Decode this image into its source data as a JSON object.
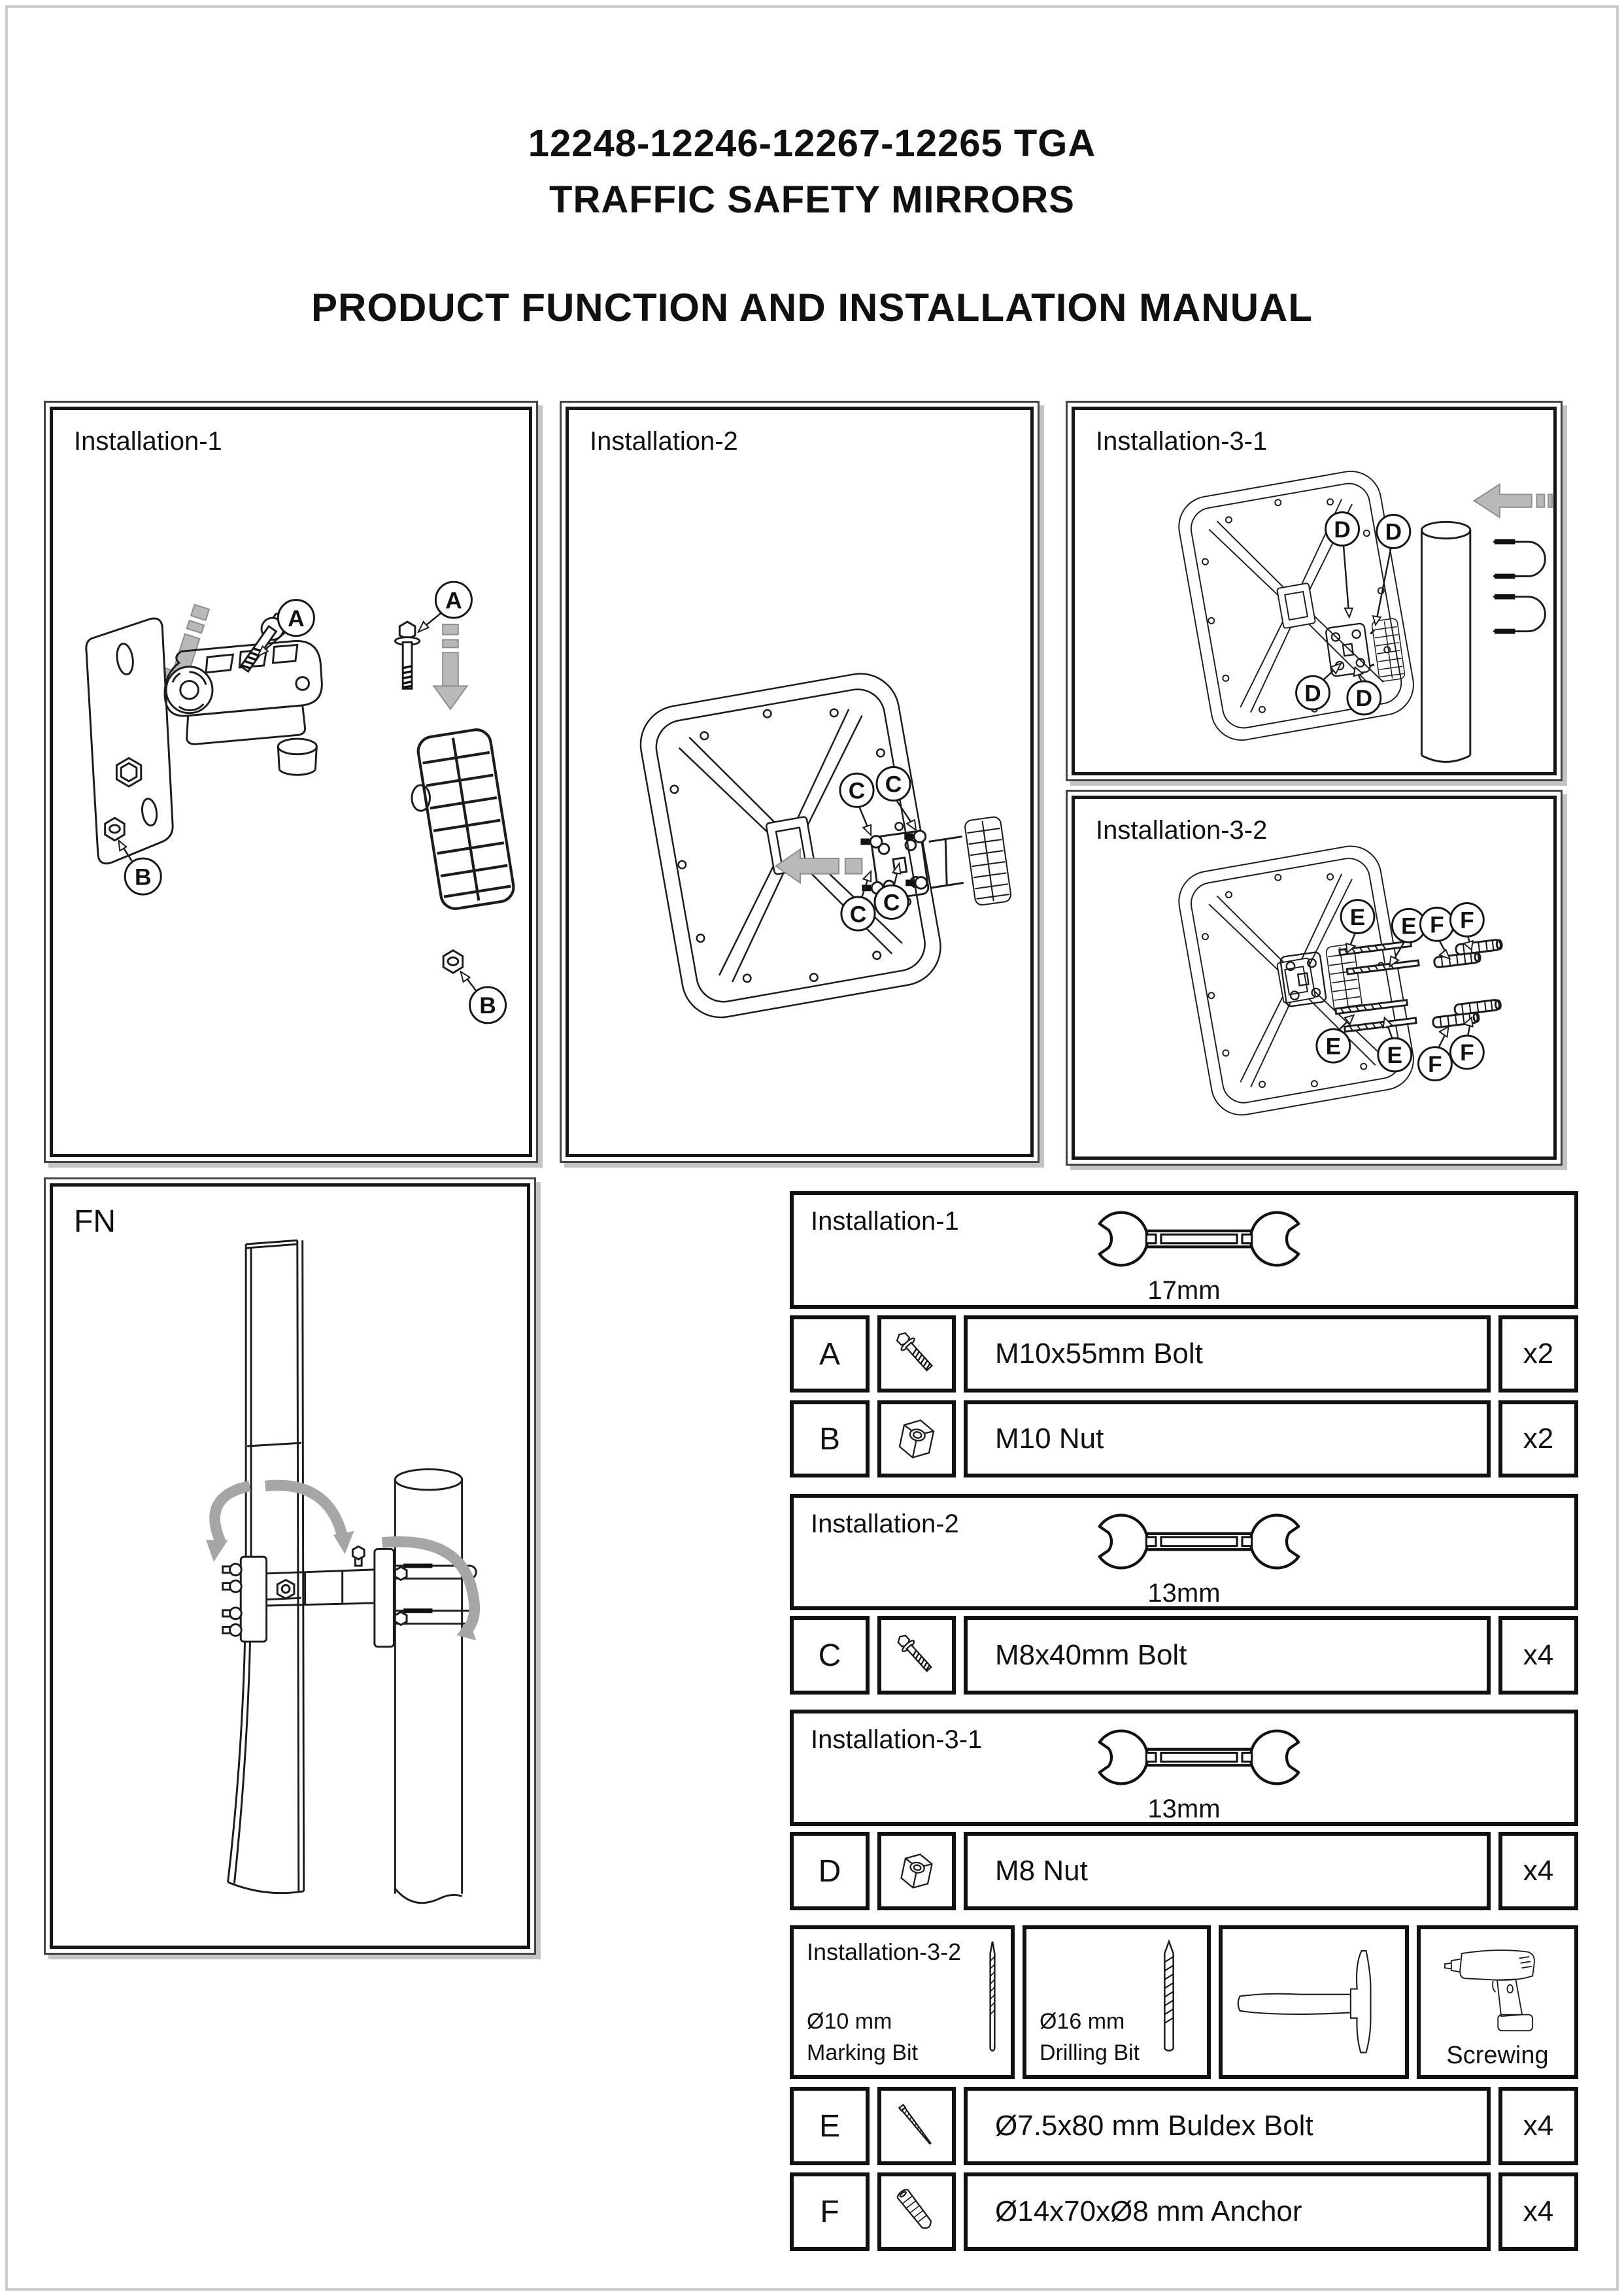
{
  "header": {
    "model_line": "12248-12246-12267-12265 TGA",
    "product_line": "TRAFFIC SAFETY MIRRORS",
    "manual_line": "PRODUCT FUNCTION AND INSTALLATION MANUAL"
  },
  "panels": {
    "installation_1": {
      "label": "Installation-1",
      "callout_a": "A",
      "callout_b": "B"
    },
    "installation_2": {
      "label": "Installation-2",
      "callout_c": "C"
    },
    "installation_3_1": {
      "label": "Installation-3-1",
      "callout_d": "D"
    },
    "installation_3_2": {
      "label": "Installation-3-2",
      "callout_e": "E",
      "callout_f": "F"
    },
    "function_note": {
      "label": "FN"
    }
  },
  "parts_table": {
    "sections": [
      {
        "title": "Installation-1",
        "tool": "open-end-wrench",
        "tool_size": "17mm"
      },
      {
        "title": "Installation-2",
        "tool": "open-end-wrench",
        "tool_size": "13mm"
      },
      {
        "title": "Installation-3-1",
        "tool": "open-end-wrench",
        "tool_size": "13mm"
      }
    ],
    "rows": [
      {
        "id": "A",
        "icon": "hex-bolt",
        "desc": "M10x55mm Bolt",
        "qty": "x2"
      },
      {
        "id": "B",
        "icon": "hex-nut",
        "desc": "M10 Nut",
        "qty": "x2"
      },
      {
        "id": "C",
        "icon": "hex-bolt",
        "desc": "M8x40mm Bolt",
        "qty": "x4"
      },
      {
        "id": "D",
        "icon": "hex-nut",
        "desc": "M8 Nut",
        "qty": "x4"
      },
      {
        "id": "E",
        "icon": "buldex-screw",
        "desc": "Ø7.5x80 mm Buldex Bolt",
        "qty": "x4"
      },
      {
        "id": "F",
        "icon": "wall-anchor",
        "desc": "Ø14x70xØ8 mm Anchor",
        "qty": "x4"
      }
    ],
    "tools_row": {
      "title": "Installation-3-2",
      "cells": [
        {
          "icon": "marking-bit",
          "line1": "Ø10 mm",
          "line2": "Marking Bit"
        },
        {
          "icon": "drilling-bit",
          "line1": "Ø16 mm",
          "line2": "Drilling Bit"
        },
        {
          "icon": "hammer"
        },
        {
          "icon": "power-drill",
          "label": "Screwing"
        }
      ]
    }
  }
}
